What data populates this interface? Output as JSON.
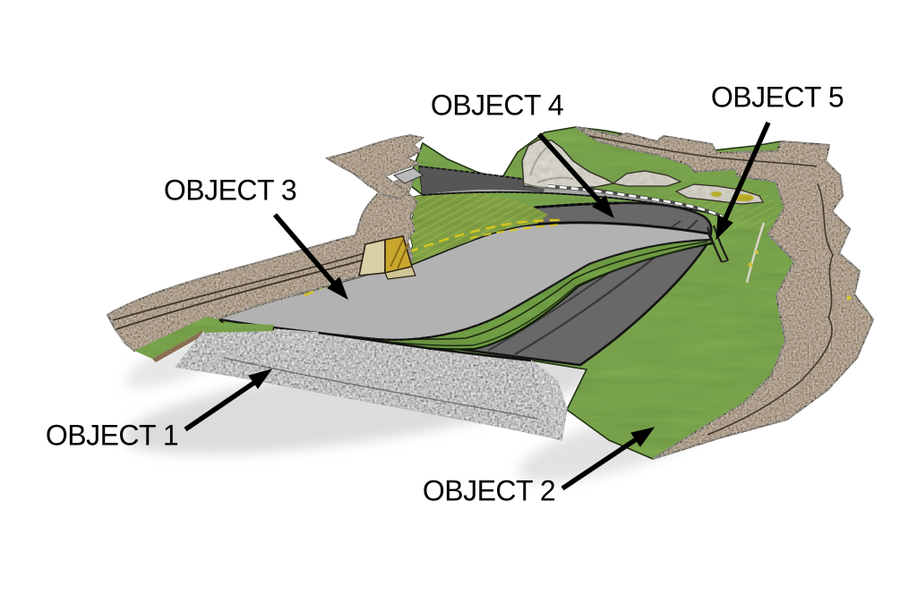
{
  "figure": {
    "labels": [
      {
        "text": "OBJECT 1"
      },
      {
        "text": "OBJECT 2"
      },
      {
        "text": "OBJECT 3"
      },
      {
        "text": "OBJECT 4"
      },
      {
        "text": "OBJECT 5"
      }
    ],
    "colors": {
      "background": "#ffffff",
      "grass": "#85b455",
      "grass_dark_line": "#2c3c1a",
      "shoulder_gray": "#b2b2b2",
      "asphalt_gray": "#686868",
      "asphalt_dark": "#4d4d4d",
      "gravel_gray": "#5e5e5e",
      "gravel_light": "#979797",
      "soil_brown": "#97795a",
      "soil_dark_line": "#473623",
      "rock_white": "#ece9df",
      "culvert_tan": "#d8d0a6",
      "culvert_yellow": "#c9a62c",
      "edge_line_yellow": "#d4c520",
      "fence_dash_white": "#ffffff",
      "outline_black": "#1c1c1c",
      "label_text": "#000000",
      "arrow": "#000000",
      "shadow": "#dedede"
    }
  }
}
